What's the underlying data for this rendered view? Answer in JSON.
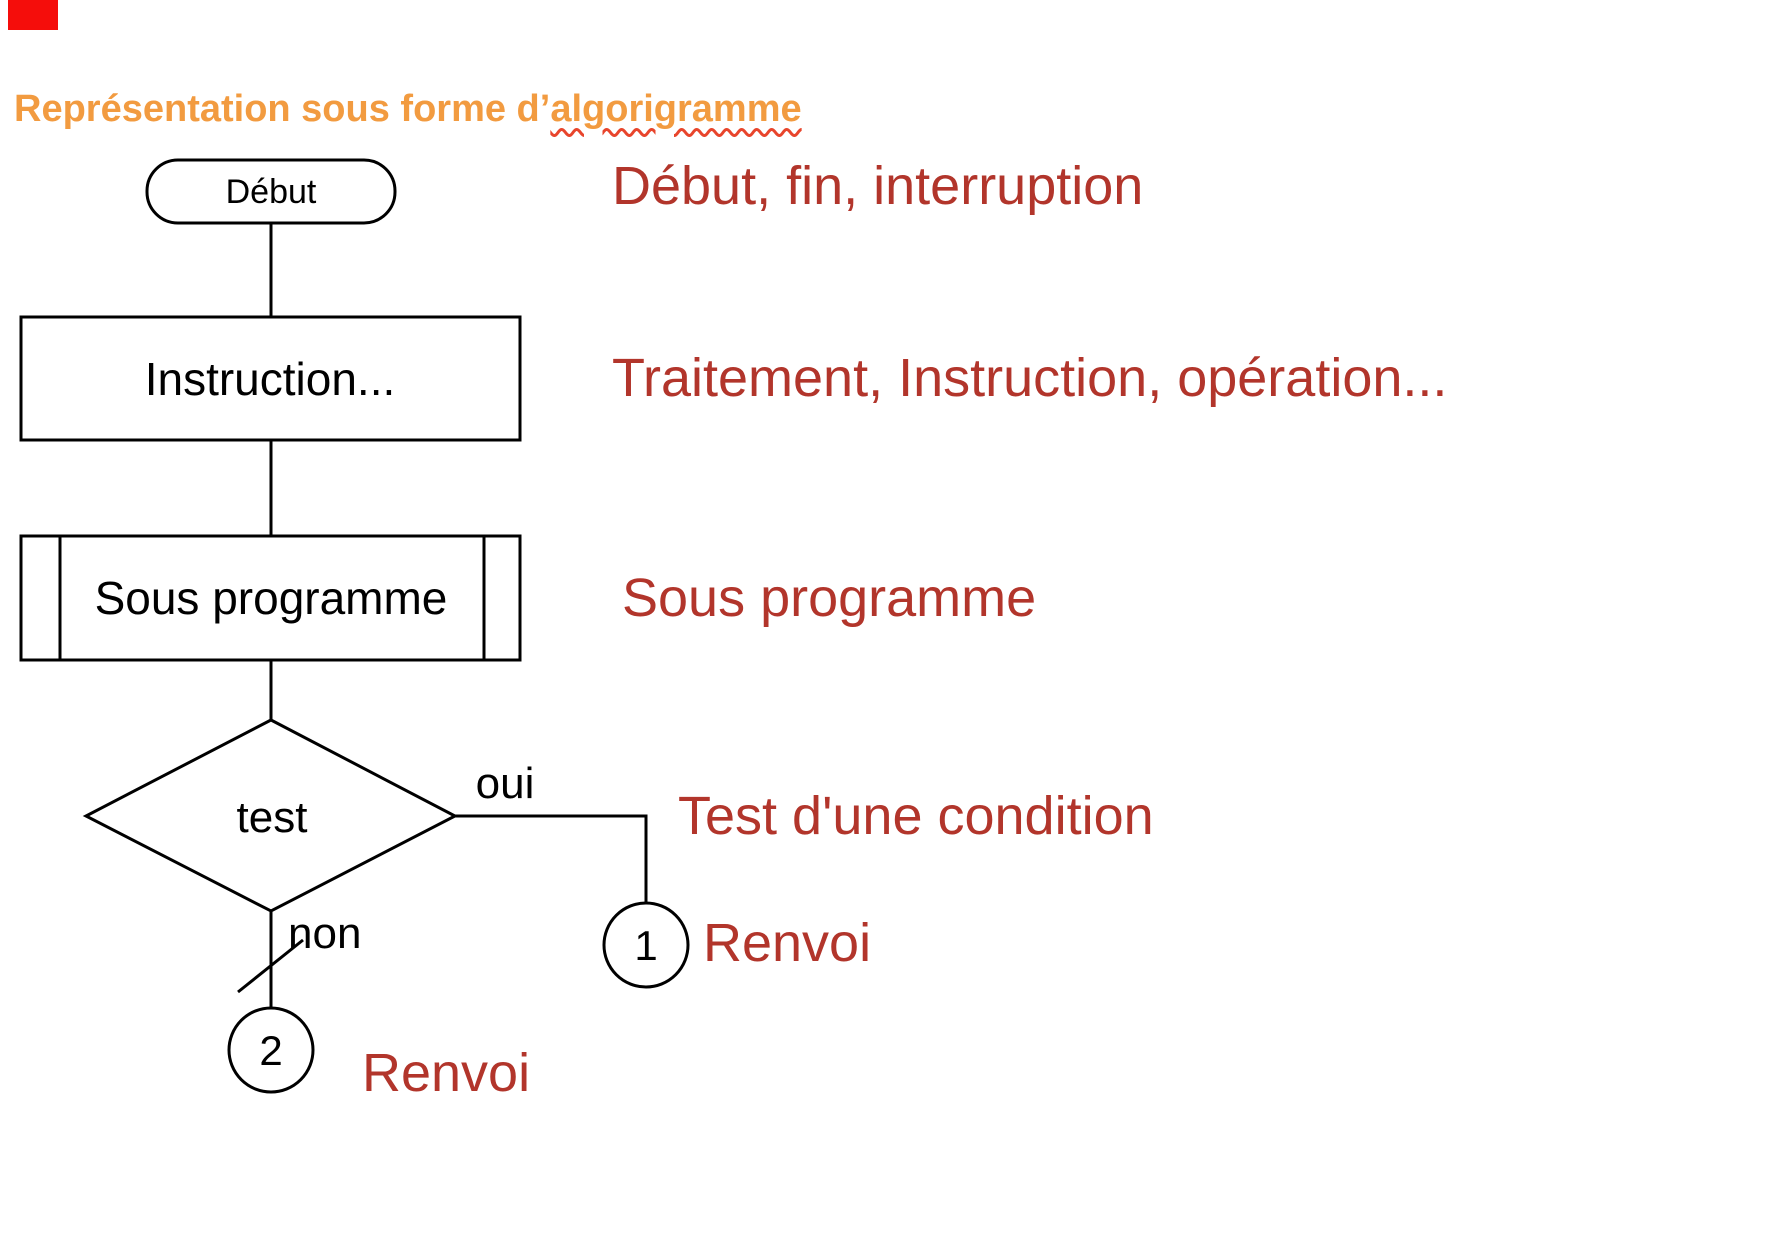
{
  "colors": {
    "background": "#ffffff",
    "title_orange": "#f29b40",
    "annotation_red": "#b2352b",
    "marker_red": "#f50d0b",
    "squiggle_red": "#e8452c",
    "flowchart_stroke": "#000000"
  },
  "header": {
    "title_prefix": "Représentation sous forme d’",
    "title_underlined_word": "algorigramme"
  },
  "flowchart": {
    "start_label": "Début",
    "process_label": "Instruction...",
    "subroutine_label": "Sous programme",
    "decision_label": "test",
    "branch_yes_label": "oui",
    "branch_no_label": "non",
    "connector1_label": "1",
    "connector2_label": "2"
  },
  "annotations": {
    "terminator": "Début, fin, interruption",
    "process": "Traitement, Instruction, opération...",
    "subroutine": "Sous programme",
    "decision": "Test d'une condition",
    "connector1": "Renvoi",
    "connector2": "Renvoi"
  }
}
